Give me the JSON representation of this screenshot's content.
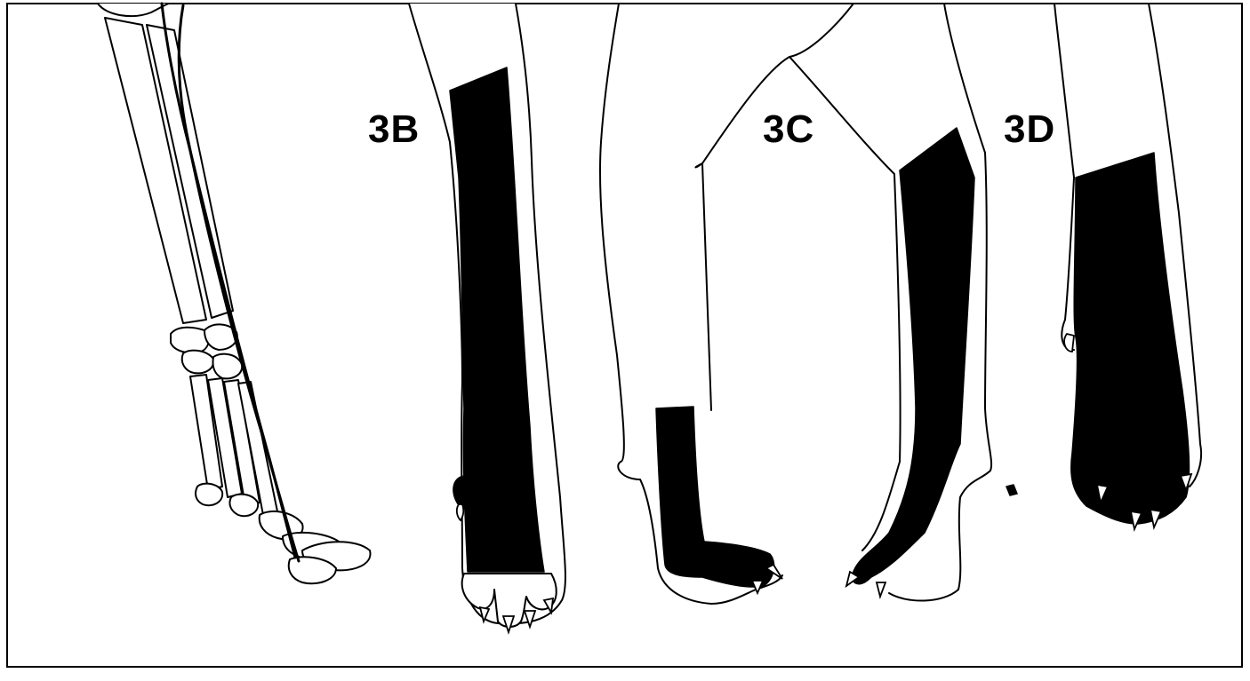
{
  "figure": {
    "panels": [
      {
        "id": "3A",
        "label": ""
      },
      {
        "id": "3B",
        "label": "3B"
      },
      {
        "id": "3C",
        "label": "3C"
      },
      {
        "id": "3D",
        "label": "3D"
      }
    ],
    "colors": {
      "ink": "#000000",
      "paper": "#ffffff"
    }
  }
}
